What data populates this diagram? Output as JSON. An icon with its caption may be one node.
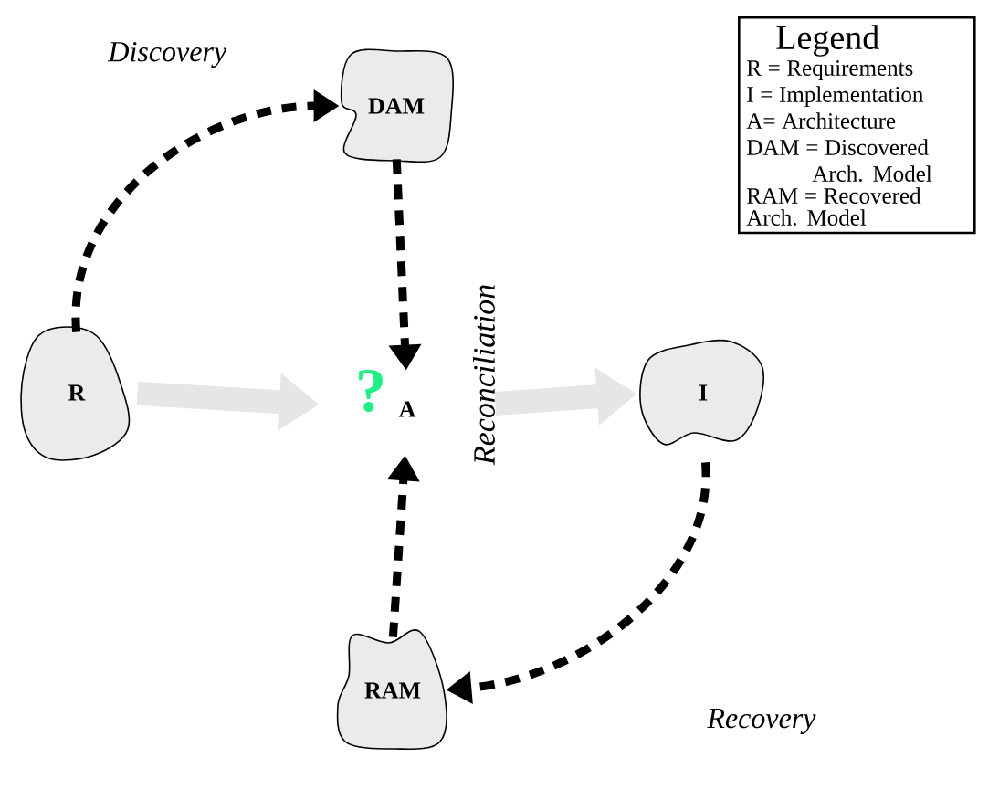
{
  "diagram": {
    "nodes": [
      {
        "text": [
          "R"
        ]
      },
      {
        "text": [
          "A"
        ]
      },
      {
        "text": [
          "I"
        ]
      },
      {
        "text": [
          "DAM"
        ]
      },
      {
        "text": [
          "RAM"
        ]
      },
      {
        "text": [
          "Legend",
          "R = Requirements",
          "I = Implementation",
          "A= Architecture",
          "DAM = Discovered Arch. Model",
          "RAM = Recovered Arch. Model"
        ]
      }
    ],
    "edges": [
      {
        "from": 0,
        "to": 1,
        "arrow": "to",
        "style": "thick",
        "color": "#e6e6e6"
      },
      {
        "from": 1,
        "to": 2,
        "arrow": "to",
        "style": "thick",
        "color": "#e6e6e6"
      },
      {
        "from": 0,
        "to": 3,
        "arrow": "to",
        "style": "dashed",
        "label": "Discovery"
      },
      {
        "from": 3,
        "to": 1,
        "arrow": "to",
        "style": "dashed"
      },
      {
        "from": 4,
        "to": 1,
        "arrow": "to",
        "style": "dashed"
      },
      {
        "from": 2,
        "to": 4,
        "arrow": "to",
        "style": "dashed",
        "label": "Recovery"
      }
    ],
    "labels": [
      "?",
      "Reconciliation"
    ]
  }
}
